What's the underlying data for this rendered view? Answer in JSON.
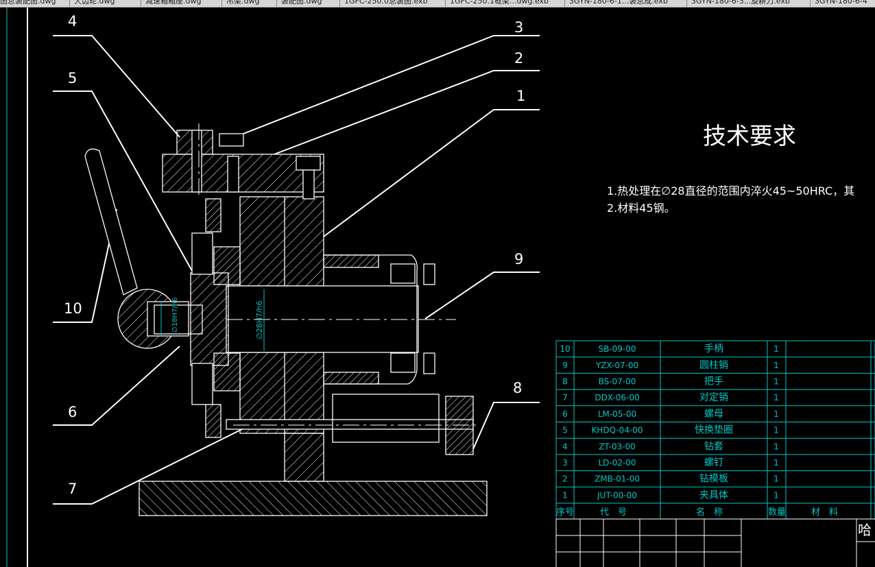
{
  "tabs": [
    {
      "label": "图总装配图.dwg"
    },
    {
      "label": "大齿轮.dwg"
    },
    {
      "label": "减速箱箱座.dwg"
    },
    {
      "label": "吊架.dwg"
    },
    {
      "label": "装配图.dwg"
    },
    {
      "label": "1GFC-250.0总装图.exb"
    },
    {
      "label": "1GFC-250.1框架...dwg.exb"
    },
    {
      "label": "3GYN-180-6-1...装总成.exb"
    },
    {
      "label": "3GYN-180-6-3...旋耕刀.exb"
    },
    {
      "label": "3GYN-180-6-4"
    }
  ],
  "balloons": [
    "1",
    "2",
    "3",
    "4",
    "5",
    "6",
    "7",
    "8",
    "9",
    "10"
  ],
  "dims": {
    "d1": "∅28H7/h6",
    "d2": "∅18H7/h6"
  },
  "tech": {
    "title": "技术要求",
    "line1": "1.热处理在∅28直径的范围内淬火45~50HRC，其",
    "line2": "2.材料45钢。"
  },
  "bom": {
    "rows": [
      {
        "no": "10",
        "code": "SB-09-00",
        "name": "手柄",
        "qty": "1"
      },
      {
        "no": "9",
        "code": "YZX-07-00",
        "name": "圆柱销",
        "qty": "1"
      },
      {
        "no": "8",
        "code": "BS-07-00",
        "name": "把手",
        "qty": "1"
      },
      {
        "no": "7",
        "code": "DDX-06-00",
        "name": "对定销",
        "qty": "1"
      },
      {
        "no": "6",
        "code": "LM-05-00",
        "name": "螺母",
        "qty": "1"
      },
      {
        "no": "5",
        "code": "KHDQ-04-00",
        "name": "快换垫圈",
        "qty": "1"
      },
      {
        "no": "4",
        "code": "ZT-03-00",
        "name": "钻套",
        "qty": "1"
      },
      {
        "no": "3",
        "code": "LD-02-00",
        "name": "螺钉",
        "qty": "1"
      },
      {
        "no": "2",
        "code": "ZMB-01-00",
        "name": "钻模板",
        "qty": "1"
      },
      {
        "no": "1",
        "code": "JUT-00-00",
        "name": "夹具体",
        "qty": "1"
      }
    ],
    "header": {
      "no": "序号",
      "code": "代　号",
      "name": "名　称",
      "qty": "数量",
      "material": "材　料"
    }
  },
  "titleblock": {
    "char": "哈"
  },
  "colors": {
    "outline": "#ffffff",
    "table": "#00c8c8",
    "dim": "#00c8c8",
    "tab_bg": "#d6d6d6"
  }
}
